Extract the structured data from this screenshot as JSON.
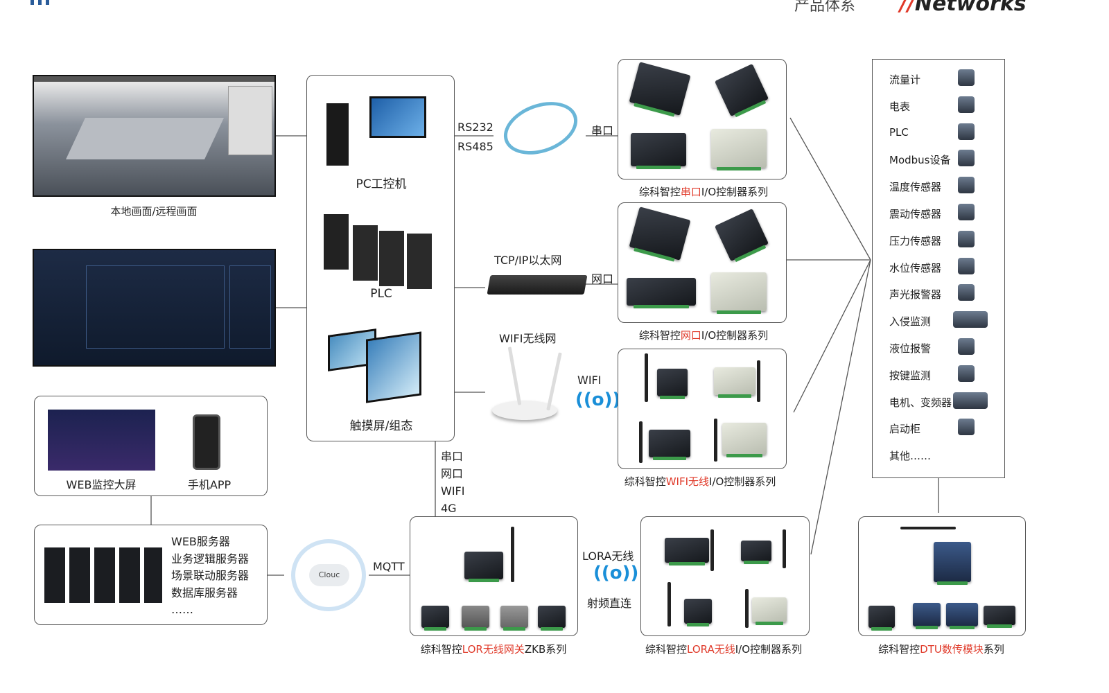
{
  "header": {
    "logo_text": "Networks",
    "title_partial": "产品体系",
    "colors": {
      "brand_red": "#e03a2a",
      "left_mark": "#2a5c9a"
    }
  },
  "screens": {
    "local_remote_caption": "本地画面/远程画面"
  },
  "web_app": {
    "web_caption": "WEB监控大屏",
    "app_caption": "手机APP"
  },
  "servers": {
    "items": [
      "WEB服务器",
      "业务逻辑服务器",
      "场景联动服务器",
      "数据库服务器",
      "……"
    ]
  },
  "cloud": {
    "label": "Clouc",
    "protocol": "MQTT"
  },
  "center": {
    "pc": "PC工控机",
    "plc": "PLC",
    "touch": "触摸屏/组态"
  },
  "links": {
    "rs232": "RS232",
    "rs485": "RS485",
    "serial": "串口",
    "tcpip": "TCP/IP以太网",
    "ethernet": "网口",
    "wifi_net": "WIFI无线网",
    "wifi": "WIFI",
    "down": [
      "串口",
      "网口",
      "WIFI",
      "4G"
    ],
    "lora": "LORA无线",
    "rf": "射频直连"
  },
  "series": {
    "serial": {
      "pre": "综科智控",
      "hl": "串口",
      "post": "I/O控制器系列"
    },
    "eth": {
      "pre": "综科智控",
      "hl": "网口",
      "post": "I/O控制器系列"
    },
    "wifi": {
      "pre": "综科智控",
      "hl": "WIFI无线",
      "post": "I/O控制器系列"
    },
    "gw": {
      "pre": "综科智控",
      "hl": "LOR无线网关",
      "post": "ZKB系列"
    },
    "lora": {
      "pre": "综科智控",
      "hl": "LORA无线",
      "post": "I/O控制器系列"
    },
    "dtu": {
      "pre": "综科智控",
      "hl": "DTU数传模块",
      "post": "系列"
    }
  },
  "devices": [
    "流量计",
    "电表",
    "PLC",
    "Modbus设备",
    "温度传感器",
    "震动传感器",
    "压力传感器",
    "水位传感器",
    "声光报警器",
    "入侵监测",
    "液位报警",
    "按键监测",
    "电机、变频器",
    "启动柜",
    "其他……"
  ]
}
